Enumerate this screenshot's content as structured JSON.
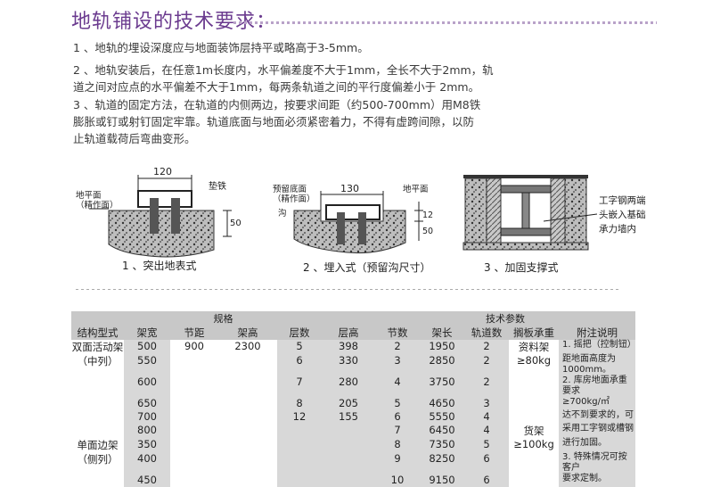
{
  "title": "地轨铺设的技术要求：",
  "requirements": {
    "r1": "1 、地轨的埋设深度应与地面装饰层持平或略高于3-5mm。",
    "r2a": "2 、地轨安装后，在任意1m长度内，水平偏差度不大于1mm，全长不大于2mm，轨",
    "r2b": "道之间对应点的水平偏差不大于1mm，每两条轨道之间的平行度偏差小于 2mm。",
    "r3a": "3 、轨道的固定方法，在轨道的内侧两边，按要求间距（约500-700mm）用M8铁",
    "r3b": "膨胀或钉或射钉固定牢靠。轨道底面与地面必须紧密着力，不得有虚跨间隙，以防",
    "r3c": "止轨道载荷后弯曲变形。"
  },
  "diagrams": {
    "d1": {
      "dim_width": "120",
      "label_ground": "地平面",
      "label_finish": "（精作面）",
      "label_pad": "垫铁",
      "dim_height": "50",
      "caption": "1 、突出地表式"
    },
    "d2": {
      "dim_width": "130",
      "label_reserved": "预留底面",
      "label_finish": "（精作面）",
      "label_ground": "地平面",
      "label_groove": "沟",
      "dim_h1": "12",
      "dim_h2": "50",
      "caption": "2 、埋入式（预留沟尺寸）"
    },
    "d3": {
      "note1": "工字钢两端",
      "note2": "头嵌入基础",
      "note3": "承力墙内",
      "caption": "3 、加固支撑式"
    }
  },
  "table": {
    "group_spec": "规格",
    "group_tech": "技术参数",
    "headers": [
      "结构型式",
      "架宽",
      "节距",
      "架高",
      "层数",
      "层高",
      "节数",
      "架长",
      "轨道数",
      "搁板承重",
      "附注说明"
    ],
    "type_double": "双面活动架",
    "type_double_sub": "（中列）",
    "type_single": "单面边架",
    "type_single_sub": "（侧列）",
    "widths": [
      "500",
      "550",
      "600",
      "650",
      "700",
      "800",
      "350",
      "400",
      "450"
    ],
    "pitch": "900",
    "height": "2300",
    "layers": [
      "5",
      "6",
      "7",
      "8",
      "12"
    ],
    "layer_heights": [
      "398",
      "330",
      "280",
      "205",
      "155"
    ],
    "sections": [
      "2",
      "3",
      "4",
      "5",
      "6",
      "7",
      "8",
      "9",
      "10"
    ],
    "lengths": [
      "1950",
      "2850",
      "3750",
      "4650",
      "5550",
      "6450",
      "7350",
      "8250",
      "9150"
    ],
    "tracks": [
      "2",
      "2",
      "2",
      "3",
      "4",
      "4",
      "5",
      "6",
      "6"
    ],
    "load_archive": "资料架",
    "load_archive_val": "≥80kg",
    "load_goods": "货架",
    "load_goods_val": "≥100kg",
    "notes": [
      "1. 摇把（控制钮）",
      "距地面高度为1000mm。",
      "2. 库房地面承重要求",
      "≥700kg/㎡",
      "达不到要求的，可",
      "采用工字钢或槽钢",
      "进行加固。",
      "3. 特殊情况可按客户",
      "要求定制。"
    ]
  }
}
